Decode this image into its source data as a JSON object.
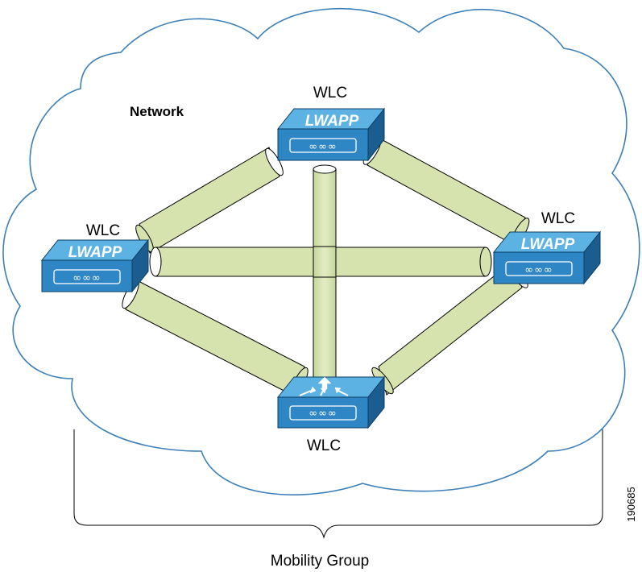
{
  "diagram": {
    "cloud_label": "Network",
    "controllers": [
      {
        "label": "WLC",
        "badge": "LWAPP"
      },
      {
        "label": "WLC",
        "badge": "LWAPP"
      },
      {
        "label": "WLC",
        "badge": "LWAPP"
      },
      {
        "label": "WLC",
        "badge": ""
      }
    ],
    "coil_glyphs": "∞∞∞",
    "group_label": "Mobility Group",
    "figure_id": "190685",
    "colors": {
      "cloud_stroke": "#3d7fb7",
      "tube_fill": "#d6e3ae",
      "device_front": "#2f86c4",
      "device_top": "#5cb2e3",
      "device_side": "#1c5d8f"
    }
  }
}
